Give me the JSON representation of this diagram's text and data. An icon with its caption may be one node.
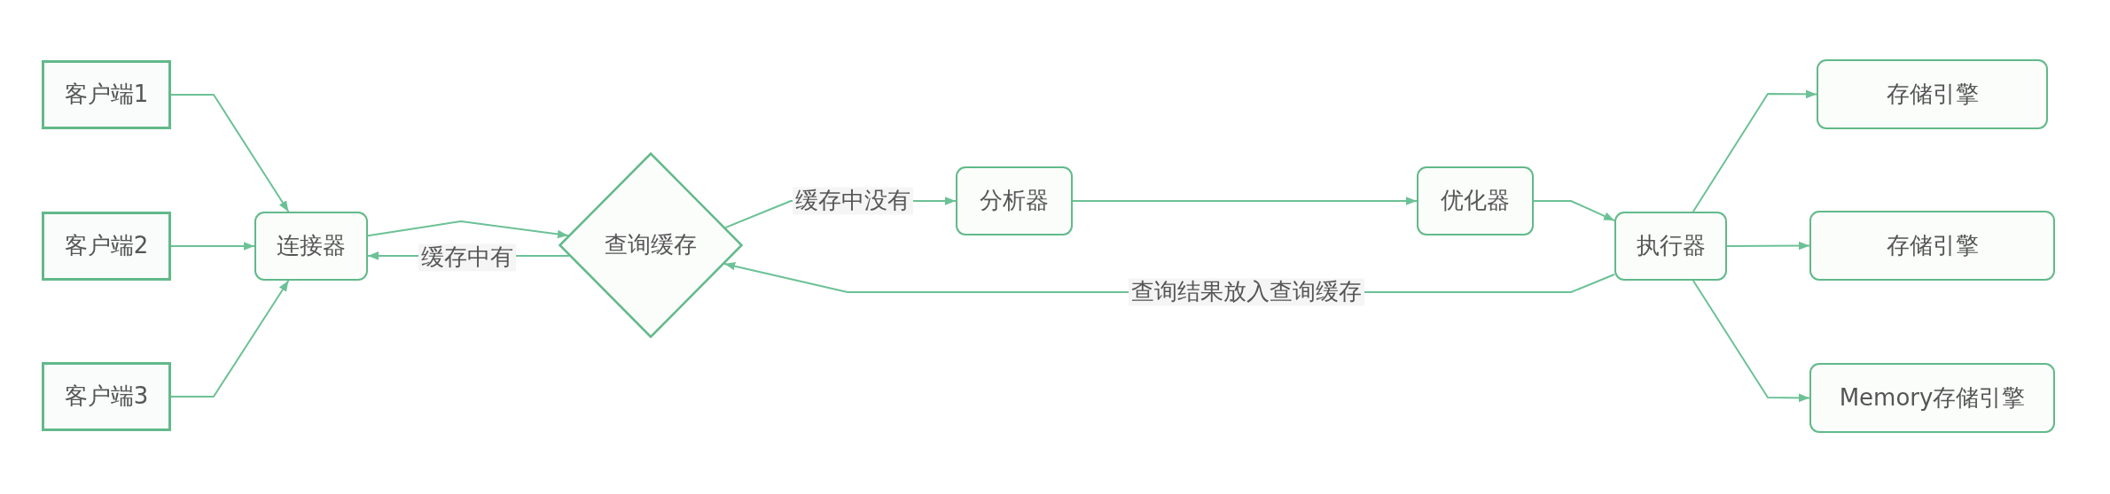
{
  "diagram": {
    "nodes": [
      {
        "text": [
          "客户端1"
        ]
      },
      {
        "text": [
          "客户端2"
        ]
      },
      {
        "text": [
          "客户端3"
        ]
      },
      {
        "text": [
          "连接器"
        ]
      },
      {
        "text": [
          "查询缓存"
        ]
      },
      {
        "text": [
          "分析器"
        ]
      },
      {
        "text": [
          "优化器"
        ]
      },
      {
        "text": [
          "执行器"
        ]
      },
      {
        "text": [
          "存储引擎"
        ]
      },
      {
        "text": [
          "存储引擎"
        ]
      },
      {
        "text": [
          "Memory存储引擎"
        ]
      }
    ],
    "edges": [
      {
        "from": 0,
        "to": 3,
        "arrow": "to"
      },
      {
        "from": 1,
        "to": 3,
        "arrow": "to"
      },
      {
        "from": 2,
        "to": 3,
        "arrow": "to"
      },
      {
        "from": 3,
        "to": 4,
        "arrow": "to"
      },
      {
        "from": 4,
        "to": 3,
        "arrow": "to",
        "label": "缓存中有"
      },
      {
        "from": 4,
        "to": 5,
        "arrow": "to",
        "label": "缓存中没有"
      },
      {
        "from": 5,
        "to": 6,
        "arrow": "to"
      },
      {
        "from": 6,
        "to": 7,
        "arrow": "to"
      },
      {
        "from": 7,
        "to": 4,
        "arrow": "to",
        "label": "查询结果放入查询缓存"
      },
      {
        "from": 7,
        "to": 8,
        "arrow": "to"
      },
      {
        "from": 7,
        "to": 9,
        "arrow": "to"
      },
      {
        "from": 7,
        "to": 10,
        "arrow": "to"
      }
    ]
  }
}
